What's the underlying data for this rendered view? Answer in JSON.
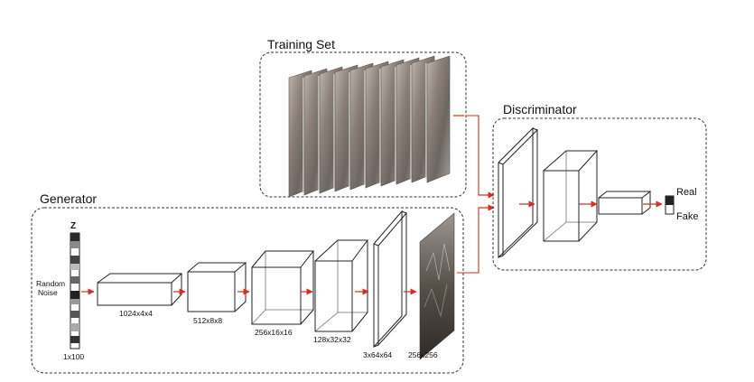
{
  "diagram": {
    "sections": {
      "training_set": "Training Set",
      "generator": "Generator",
      "discriminator": "Discriminator"
    },
    "noise": {
      "z_label": "Z",
      "text_line1": "Random",
      "text_line2": "Noise",
      "size_label": "1x100"
    },
    "generator_layers": [
      "1024x4x4",
      "512x8x8",
      "256x16x16",
      "128x32x32",
      "3x64x64",
      "256x256"
    ],
    "outputs": {
      "real": "Real",
      "fake": "Fake"
    },
    "colors": {
      "arrow": "#d62d20",
      "stroke": "#222222"
    }
  }
}
